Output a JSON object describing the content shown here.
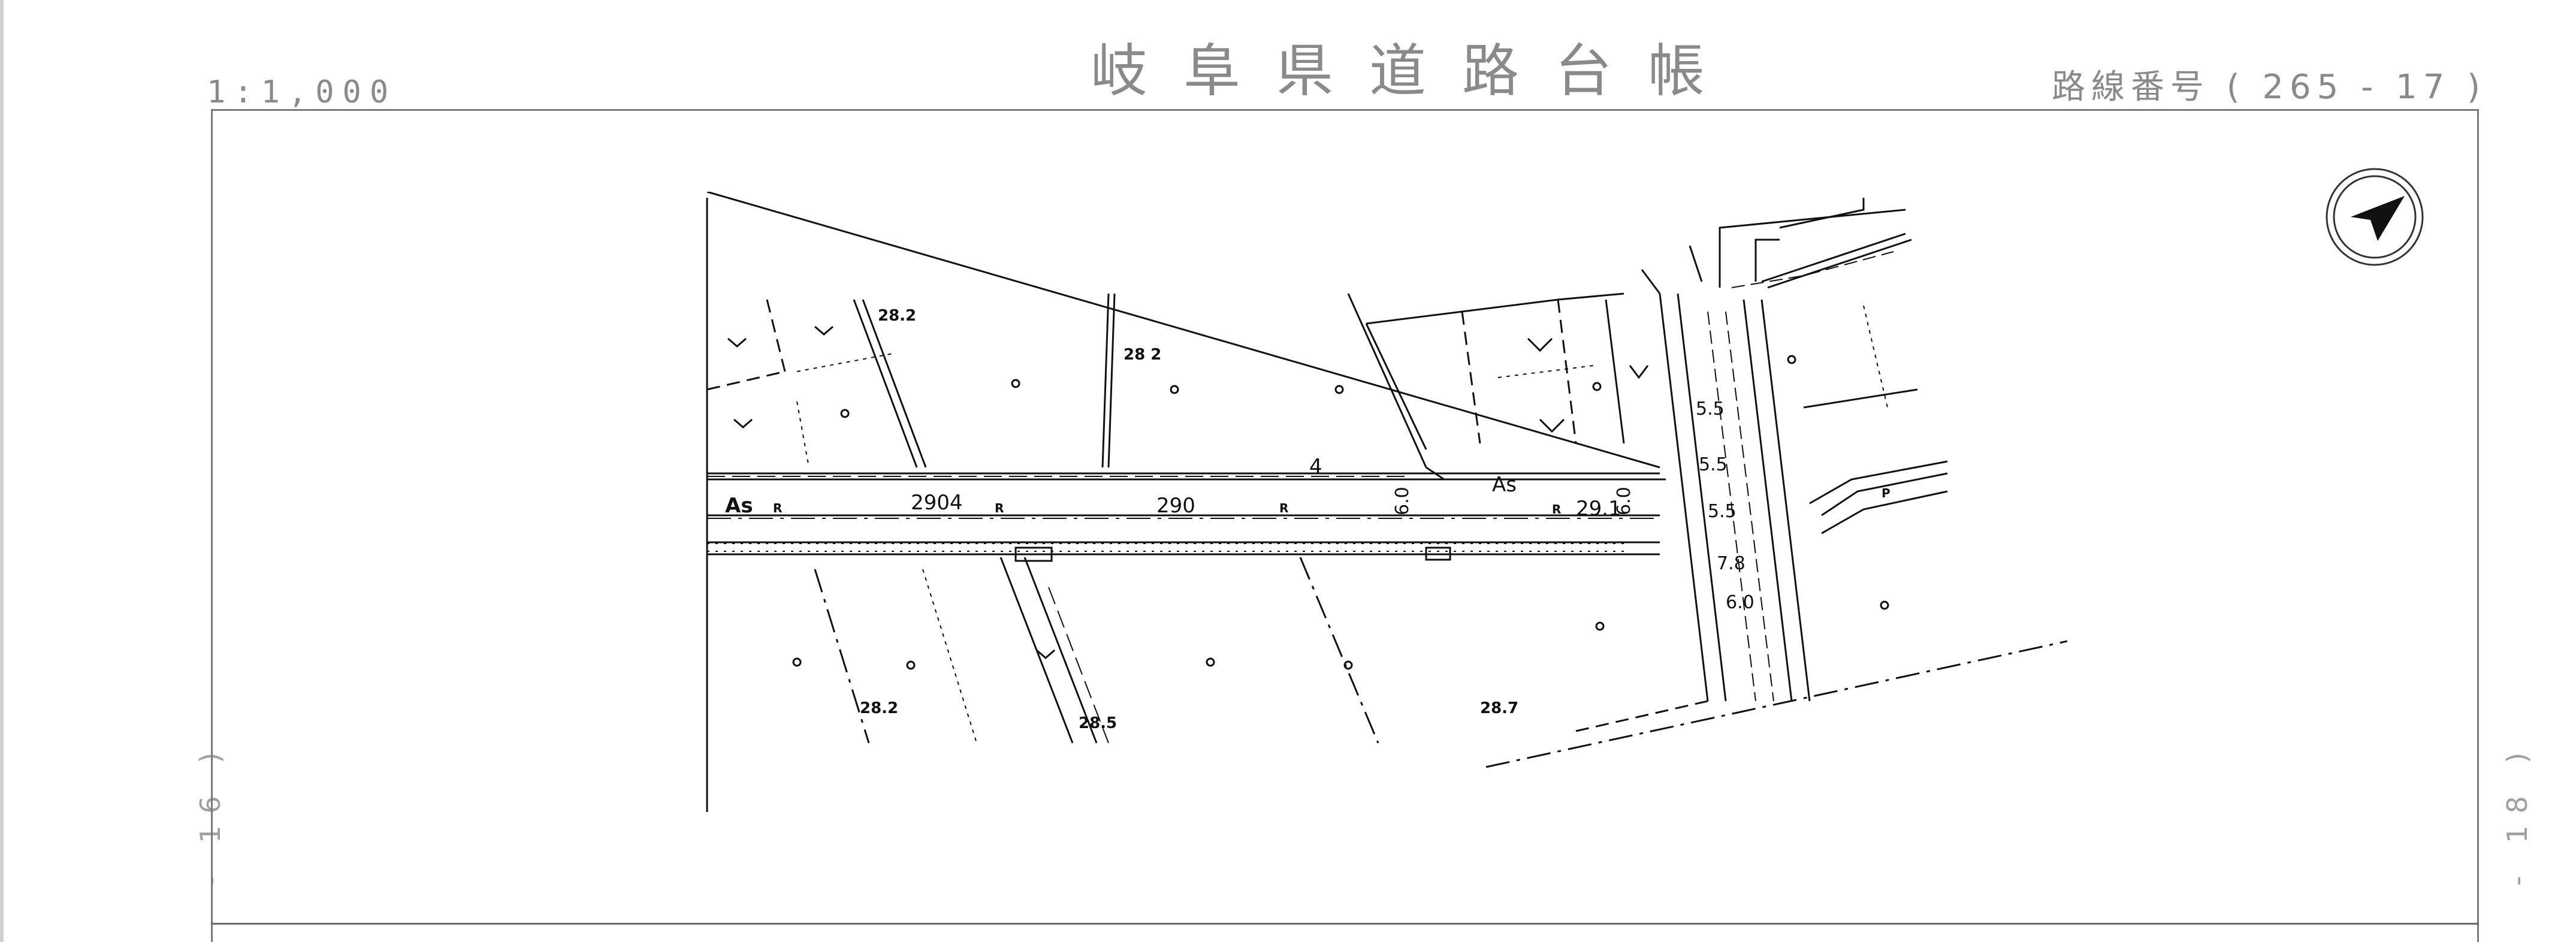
{
  "header": {
    "title": "岐阜県道路台帳",
    "scale": "1:1,000",
    "route_number": "路線番号 ( 265 - 17 )"
  },
  "page_refs": {
    "left": "- 16 )",
    "right": "- 18 )"
  },
  "map": {
    "elevations": [
      "28.2",
      "28 2",
      "28.2",
      "28.5",
      "28.7"
    ],
    "road_labels": [
      "As",
      "2904",
      "290",
      "29.1",
      "As"
    ],
    "lot_number": "4",
    "widths": [
      "6.0",
      "6.0",
      "5.5",
      "5.5",
      "5.5",
      "7.8",
      "6.0"
    ],
    "mark_R": "R",
    "mark_P": "P"
  },
  "compass": {
    "icon": "north-arrow-icon"
  }
}
